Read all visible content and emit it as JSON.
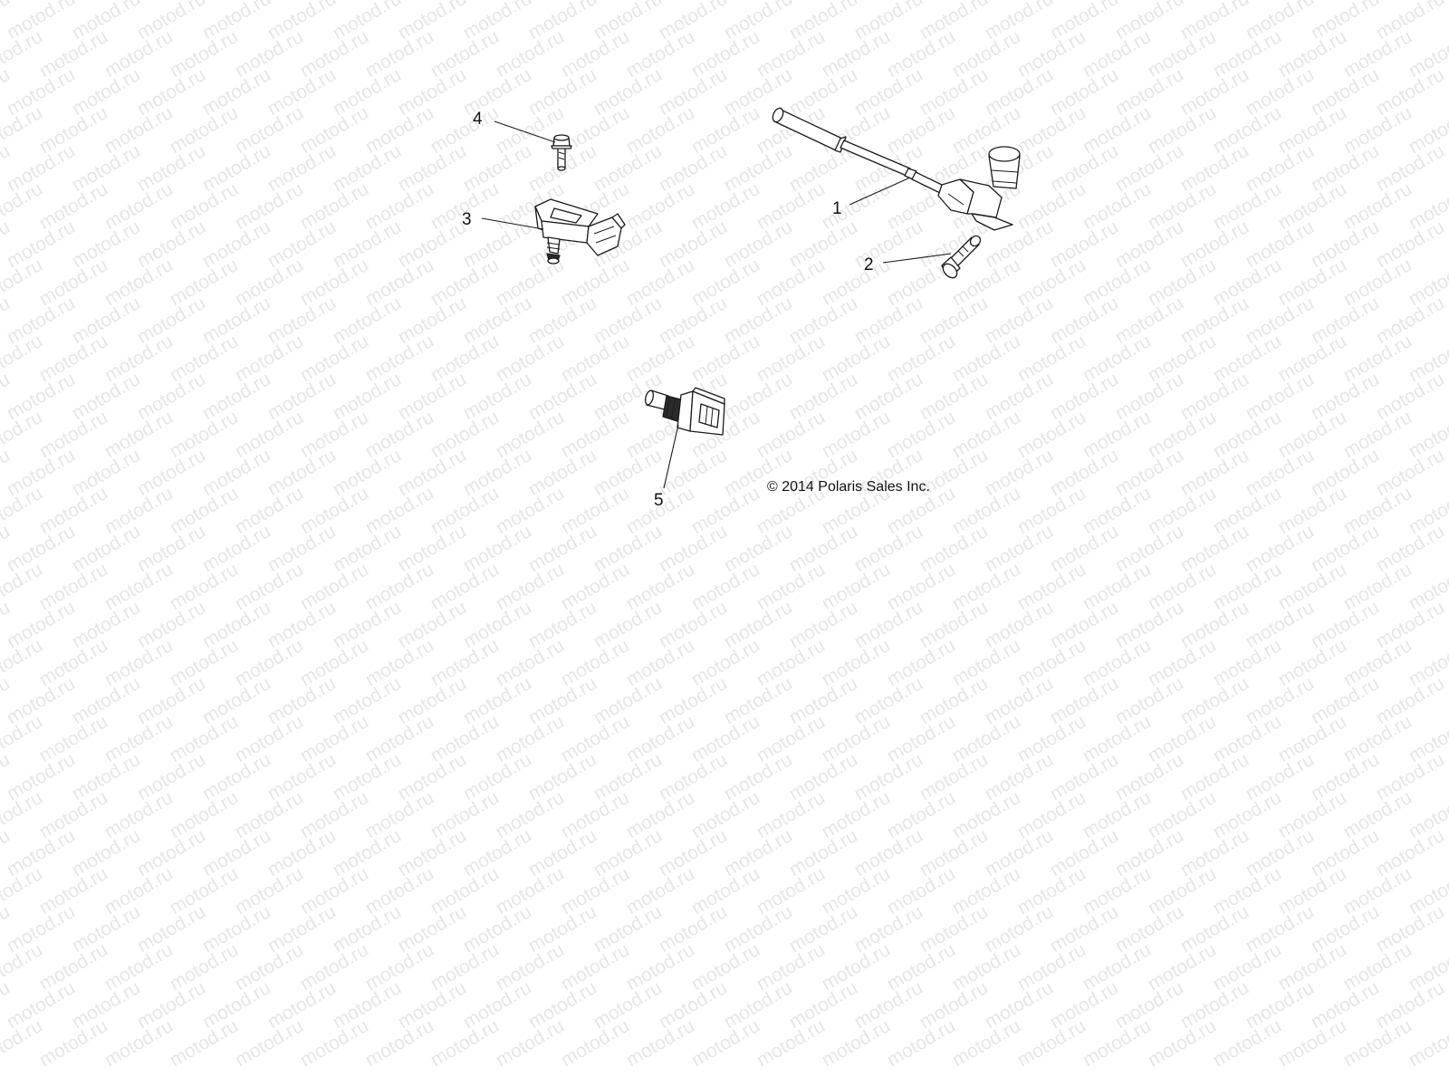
{
  "watermark": "motod.ru",
  "copyright": "© 2014 Polaris Sales Inc.",
  "callouts": {
    "c1": "1",
    "c2": "2",
    "c3": "3",
    "c4": "4",
    "c5": "5"
  },
  "parts": [
    {
      "ref": "1",
      "icon": "speed-sensor-with-cable"
    },
    {
      "ref": "2",
      "icon": "flange-bolt"
    },
    {
      "ref": "3",
      "icon": "map-sensor"
    },
    {
      "ref": "4",
      "icon": "flange-bolt"
    },
    {
      "ref": "5",
      "icon": "temperature-sensor"
    }
  ],
  "colors": {
    "watermark": "#e6e6e6",
    "ink": "#1a1a1a",
    "background": "#ffffff"
  }
}
